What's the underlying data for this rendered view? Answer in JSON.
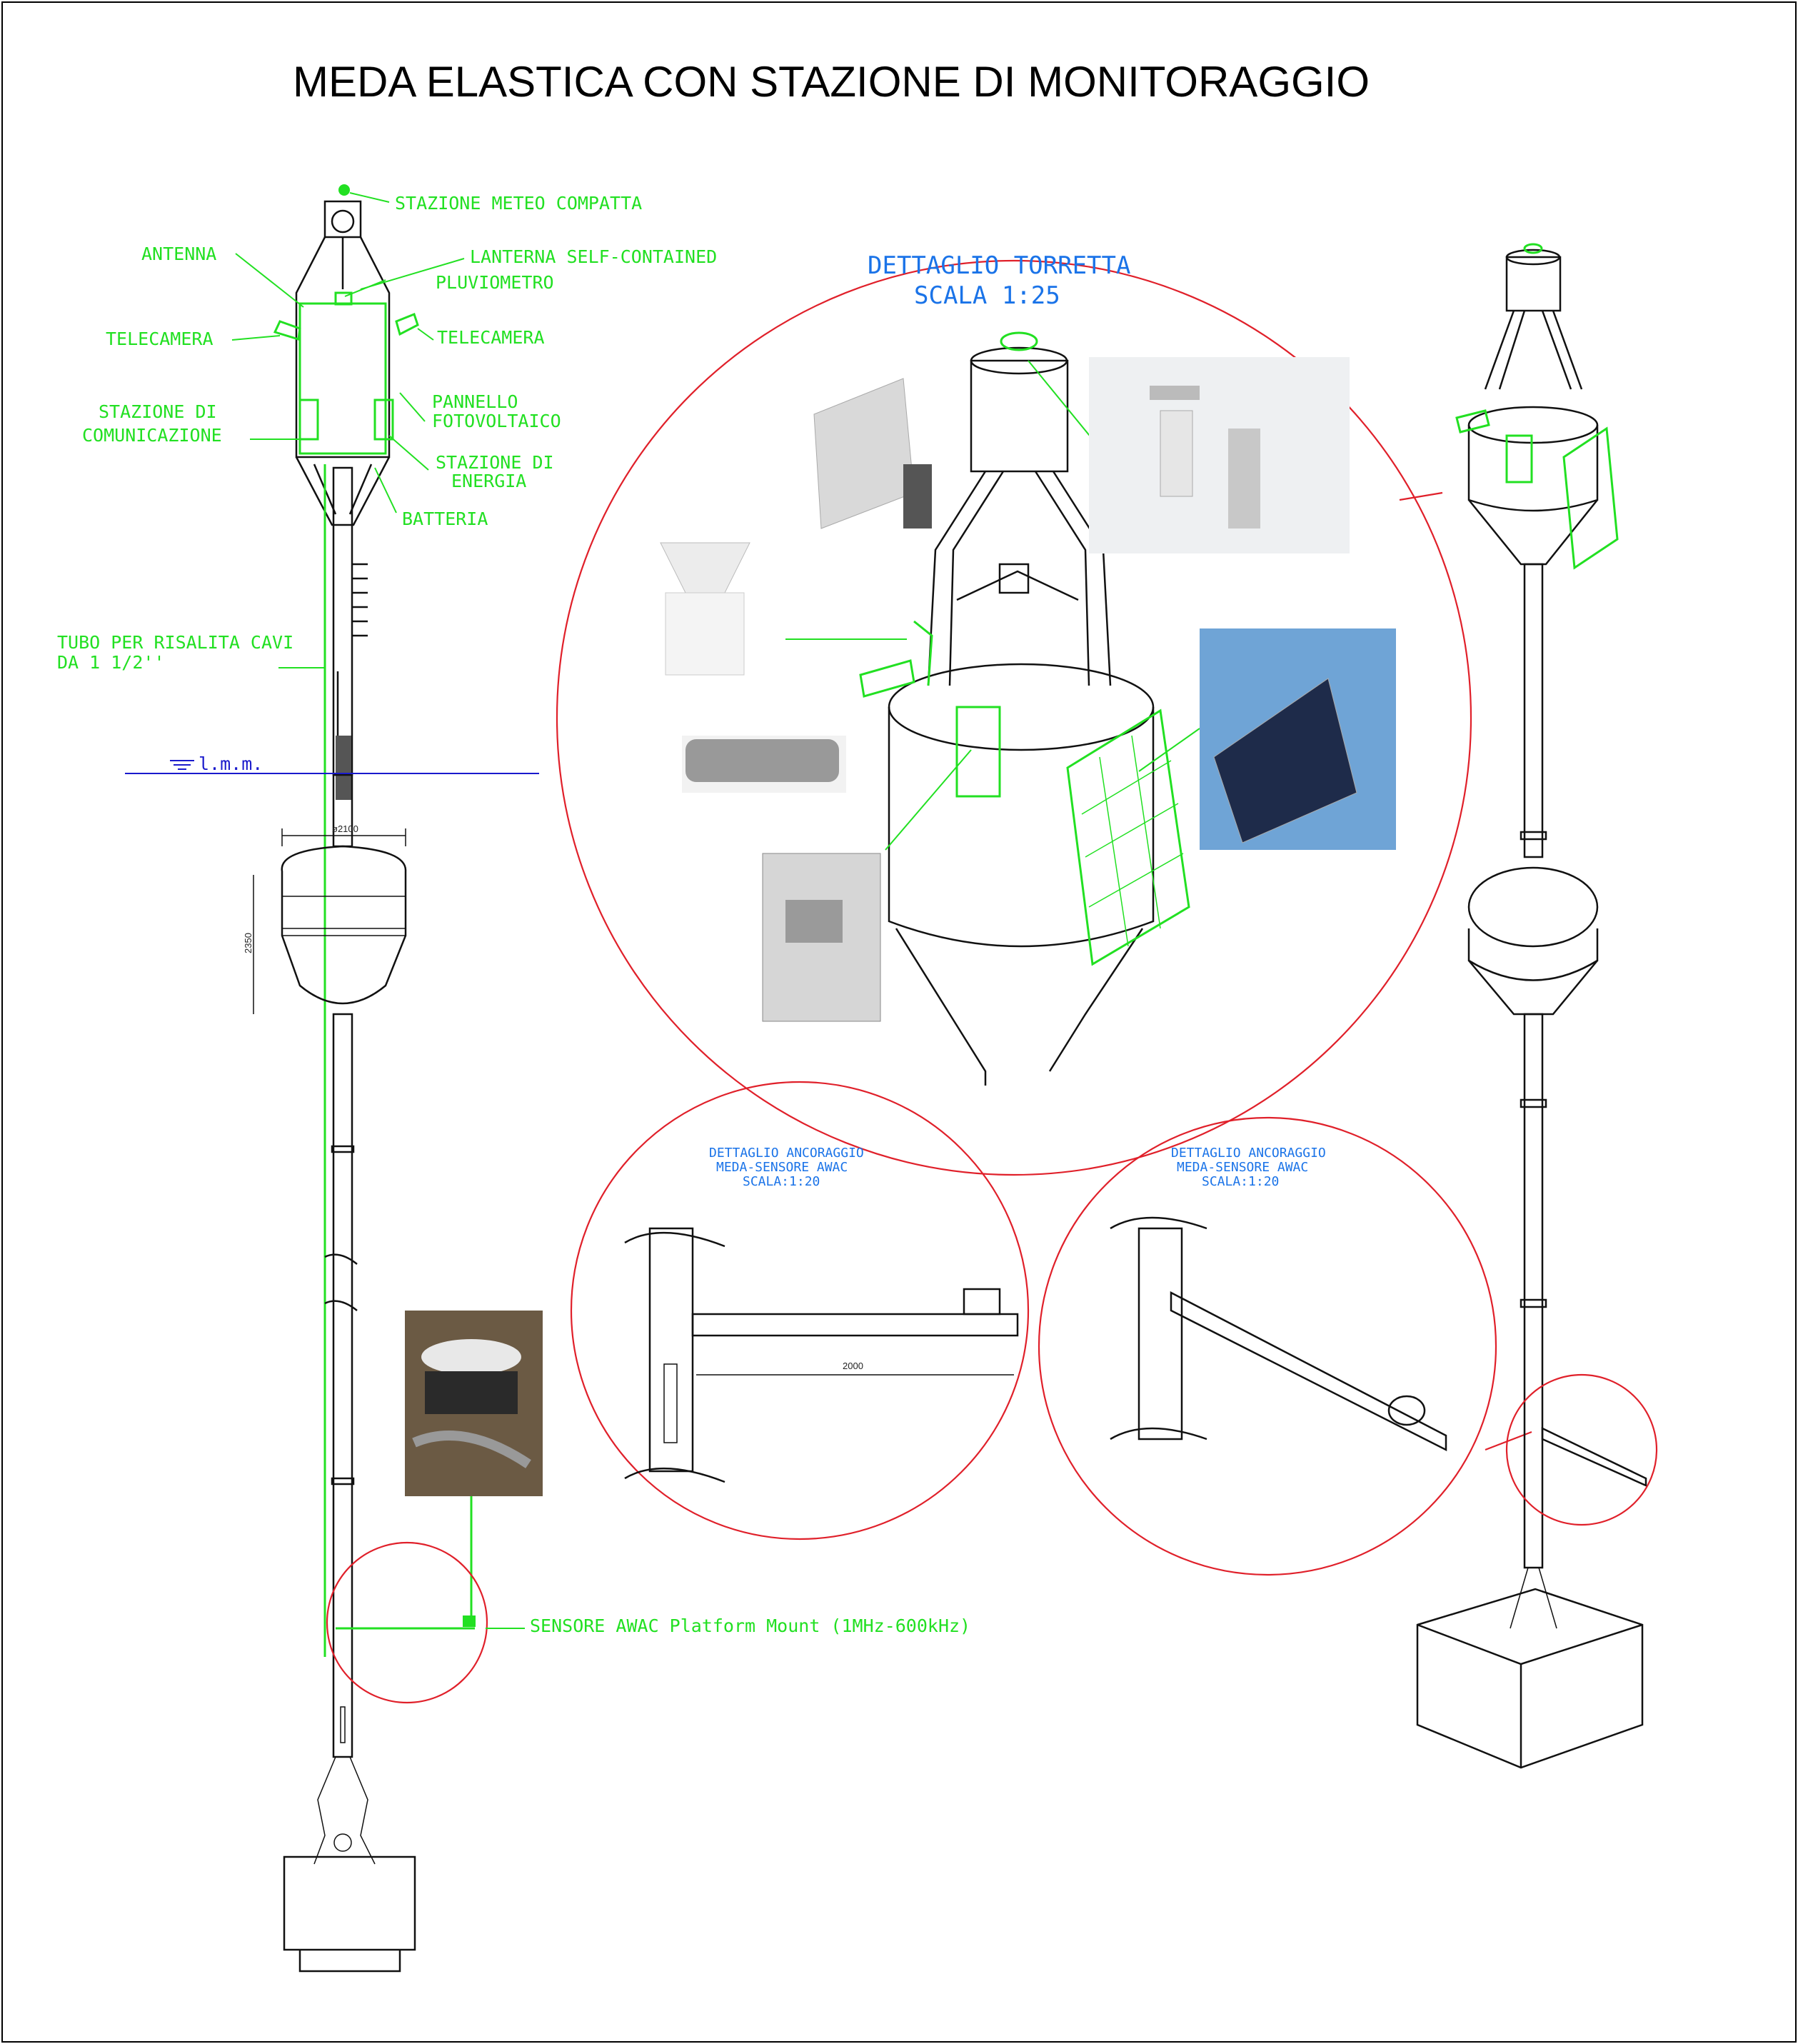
{
  "title": "MEDA ELASTICA CON STAZIONE DI MONITORAGGIO",
  "labels": {
    "stazione_meteo": "STAZIONE METEO COMPATTA",
    "antenna": "ANTENNA",
    "lanterna": "LANTERNA SELF-CONTAINED",
    "pluviometro": "PLUVIOMETRO",
    "telecamera_left": "TELECAMERA",
    "telecamera_right": "TELECAMERA",
    "stazione_com_1": "STAZIONE DI",
    "stazione_com_2": "COMUNICAZIONE",
    "pannello_1": "PANNELLO",
    "pannello_2": "FOTOVOLTAICO",
    "energia_1": "STAZIONE DI",
    "energia_2": "ENERGIA",
    "batteria": "BATTERIA",
    "tubo_1": "TUBO PER RISALITA CAVI",
    "tubo_2": "DA 1 1/2''",
    "lmm": "l.m.m.",
    "sensore": "SENSORE AWAC Platform Mount (1MHz-600kHz)"
  },
  "dimensions": {
    "diameter": "ø2100",
    "height": "2350",
    "arm": "2000"
  },
  "details": {
    "torretta_1": "DETTAGLIO TORRETTA",
    "torretta_2": "SCALA 1:25",
    "ancoraggio_a_1": "DETTAGLIO ANCORAGGIO",
    "ancoraggio_a_2": "MEDA-SENSORE AWAC",
    "ancoraggio_a_3": "SCALA:1:20",
    "ancoraggio_b_1": "DETTAGLIO ANCORAGGIO",
    "ancoraggio_b_2": "MEDA-SENSORE AWAC",
    "ancoraggio_b_3": "SCALA:1:20"
  },
  "colors": {
    "label": "#22e022",
    "detail_title": "#1a73e8",
    "detail_circle": "#e0202a",
    "water_line": "#1a1acc"
  }
}
